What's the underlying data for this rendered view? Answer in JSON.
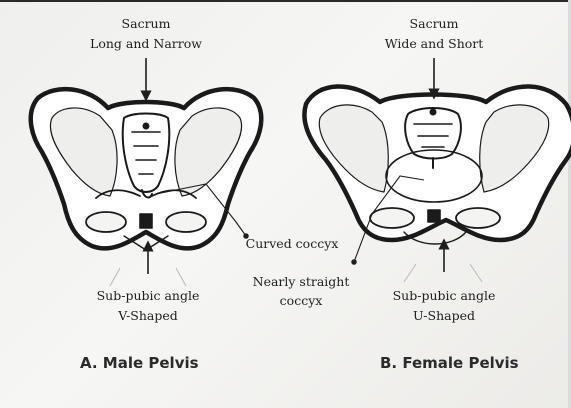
{
  "male": {
    "sacrum_title": "Sacrum",
    "sacrum_desc": "Long and Narrow",
    "angle_title": "Sub-pubic angle",
    "angle_desc": "V-Shaped",
    "caption": "A. Male Pelvis"
  },
  "female": {
    "sacrum_title": "Sacrum",
    "sacrum_desc": "Wide and Short",
    "angle_title": "Sub-pubic angle",
    "angle_desc": "U-Shaped",
    "caption": "B. Female Pelvis"
  },
  "callouts": {
    "curved": "Curved coccyx",
    "straight_line1": "Nearly straight",
    "straight_line2": "coccyx"
  }
}
